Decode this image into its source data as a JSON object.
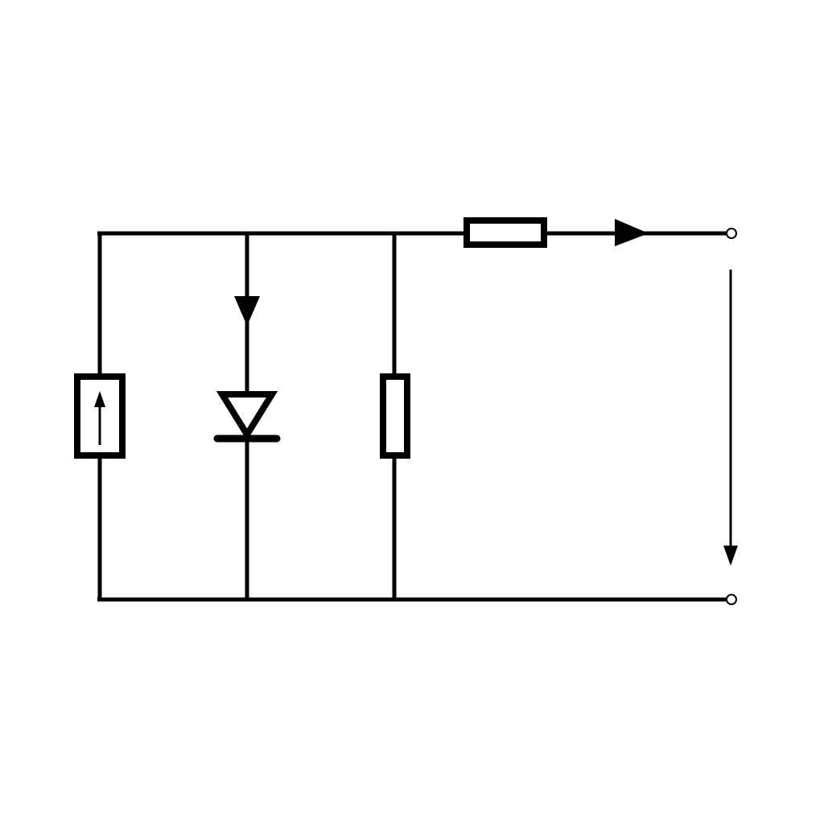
{
  "diagram": {
    "kind": "circuit-schematic",
    "background": "#ffffff",
    "stroke_color": "#000000",
    "components": [
      {
        "id": "current-source",
        "type": "current-source",
        "arrow": "up"
      },
      {
        "id": "diode",
        "type": "diode",
        "orientation": "cathode-down"
      },
      {
        "id": "shunt-resistor",
        "type": "resistor",
        "orientation": "vertical"
      },
      {
        "id": "series-resistor",
        "type": "resistor",
        "orientation": "horizontal"
      }
    ],
    "current_arrows": [
      {
        "id": "diode-current-arrow",
        "direction": "down"
      },
      {
        "id": "output-current-arrow",
        "direction": "right"
      }
    ],
    "voltage_arrow": {
      "direction": "down"
    },
    "terminals": [
      {
        "id": "output-terminal-positive"
      },
      {
        "id": "output-terminal-negative"
      }
    ]
  }
}
